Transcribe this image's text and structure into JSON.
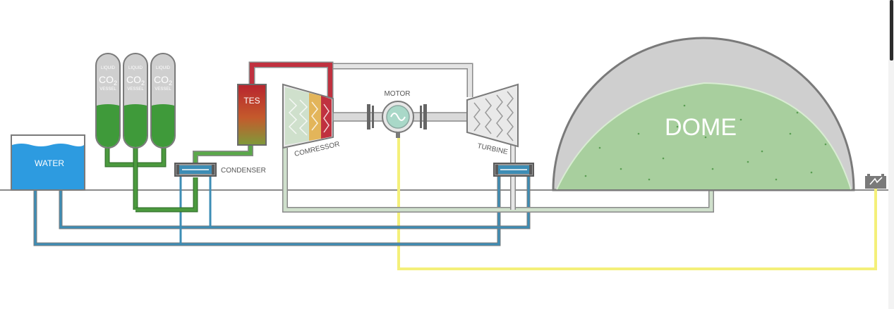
{
  "labels": {
    "water": "WATER",
    "liquid": "LIQUID",
    "co2_main": "CO",
    "co2_sub": "2",
    "vessel": "VESSEL",
    "tes": "TES",
    "condenser": "CONDENSER",
    "compressor": "COMRESSOR",
    "motor": "MOTOR",
    "turbine": "TURBINE",
    "dome": "DOME"
  },
  "colors": {
    "water": "#2d9be0",
    "liquid_co2": "#3f9a3a",
    "pipe_water": "#3d8db5",
    "pipe_co2_liquid": "#4b9a3e",
    "pipe_gas": "#cfd8cf",
    "pipe_hot": "#c0313f",
    "power_line": "#f4f07a",
    "dome_gas": "#a8cf9e",
    "dome_shell": "#cfcfcf"
  }
}
